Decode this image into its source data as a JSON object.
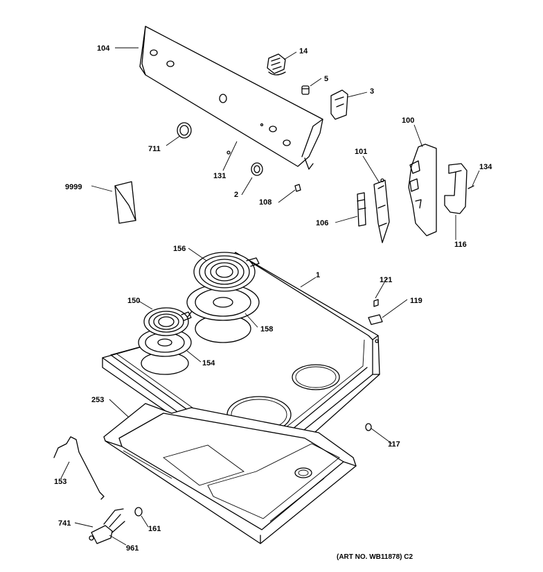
{
  "callouts": {
    "p104": "104",
    "p14": "14",
    "p5": "5",
    "p3": "3",
    "p100": "100",
    "p711": "711",
    "p131": "131",
    "p2": "2",
    "p108": "108",
    "p101": "101",
    "p134": "134",
    "p9999": "9999",
    "p106": "106",
    "p116": "116",
    "p156": "156",
    "p1": "1",
    "p121": "121",
    "p150": "150",
    "p119": "119",
    "p158": "158",
    "p154": "154",
    "p253": "253",
    "p117": "117",
    "p153": "153",
    "p741": "741",
    "p161": "161",
    "p961": "961"
  },
  "art_number": "(ART NO. WB11878) C2"
}
